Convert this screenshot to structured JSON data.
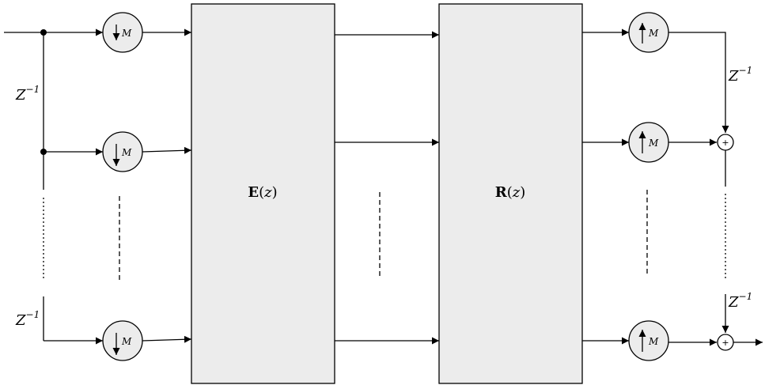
{
  "blocks": {
    "analysis": {
      "bold": "E",
      "arg": "(",
      "var": "z",
      "close": ")"
    },
    "synthesis": {
      "bold": "R",
      "arg": "(",
      "var": "z",
      "close": ")"
    }
  },
  "delay": {
    "base": "Z",
    "exp": "−1"
  },
  "rate": {
    "factor": "M"
  },
  "adder": {
    "symbol": "+"
  }
}
